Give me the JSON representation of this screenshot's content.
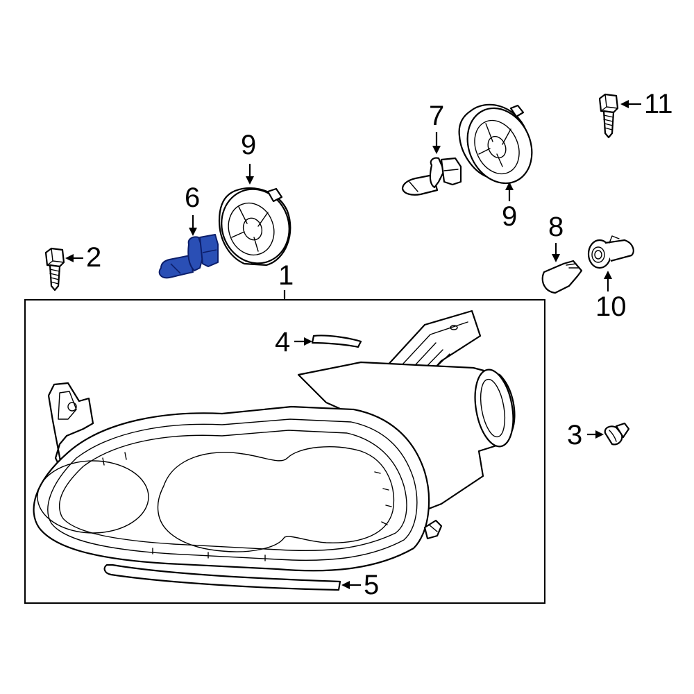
{
  "highlight_color": "#2a4fb5",
  "callouts": [
    {
      "id": "c1",
      "text": "1"
    },
    {
      "id": "c2",
      "text": "2"
    },
    {
      "id": "c3",
      "text": "3"
    },
    {
      "id": "c4",
      "text": "4"
    },
    {
      "id": "c5",
      "text": "5"
    },
    {
      "id": "c6",
      "text": "6"
    },
    {
      "id": "c7",
      "text": "7"
    },
    {
      "id": "c8",
      "text": "8"
    },
    {
      "id": "c9a",
      "text": "9"
    },
    {
      "id": "c9b",
      "text": "9"
    },
    {
      "id": "c10",
      "text": "10"
    },
    {
      "id": "c11",
      "text": "11"
    }
  ]
}
